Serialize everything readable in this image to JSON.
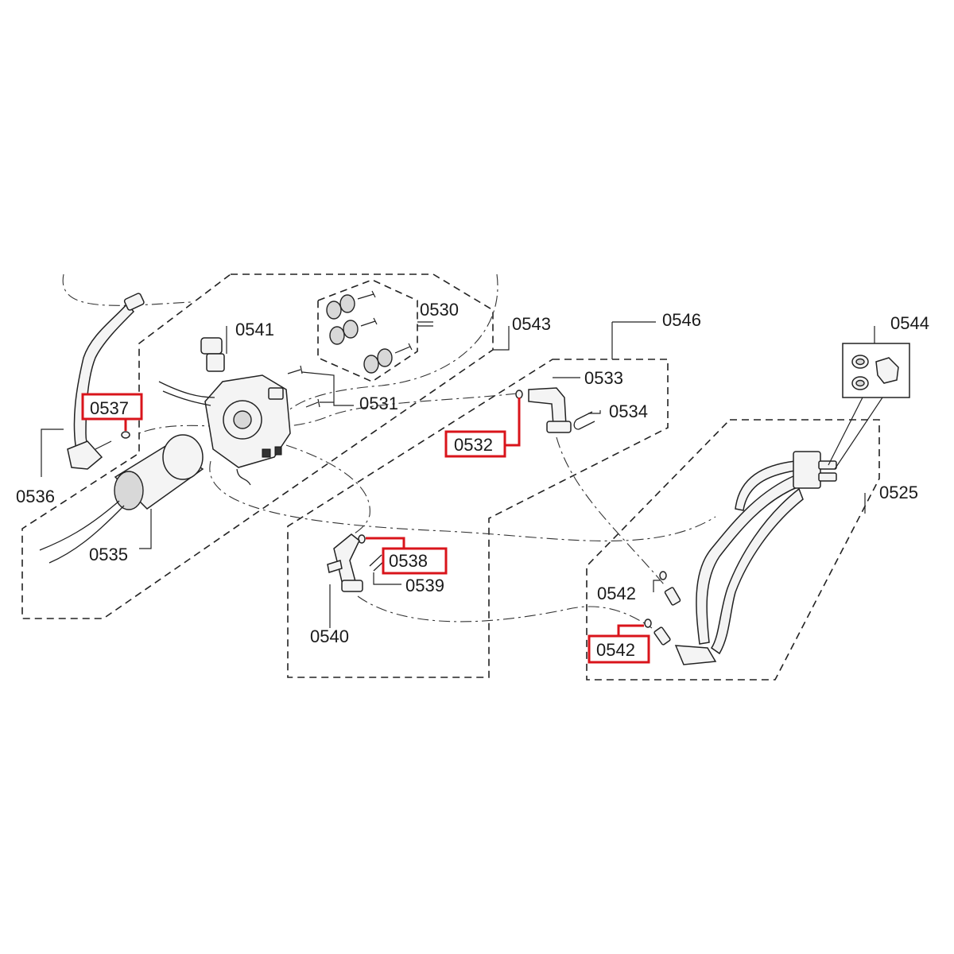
{
  "colors": {
    "highlight": "#d9141b",
    "line": "#222222",
    "background": "#ffffff"
  },
  "labels": {
    "p0525": "0525",
    "p0530": "0530",
    "p0531": "0531",
    "p0532": "0532",
    "p0533": "0533",
    "p0534": "0534",
    "p0535": "0535",
    "p0536": "0536",
    "p0537": "0537",
    "p0538": "0538",
    "p0539": "0539",
    "p0540": "0540",
    "p0541": "0541",
    "p0542a": "0542",
    "p0542b": "0542",
    "p0543": "0543",
    "p0544": "0544",
    "p0546": "0546"
  },
  "highlighted": [
    "0537",
    "0532",
    "0538",
    "0542"
  ]
}
